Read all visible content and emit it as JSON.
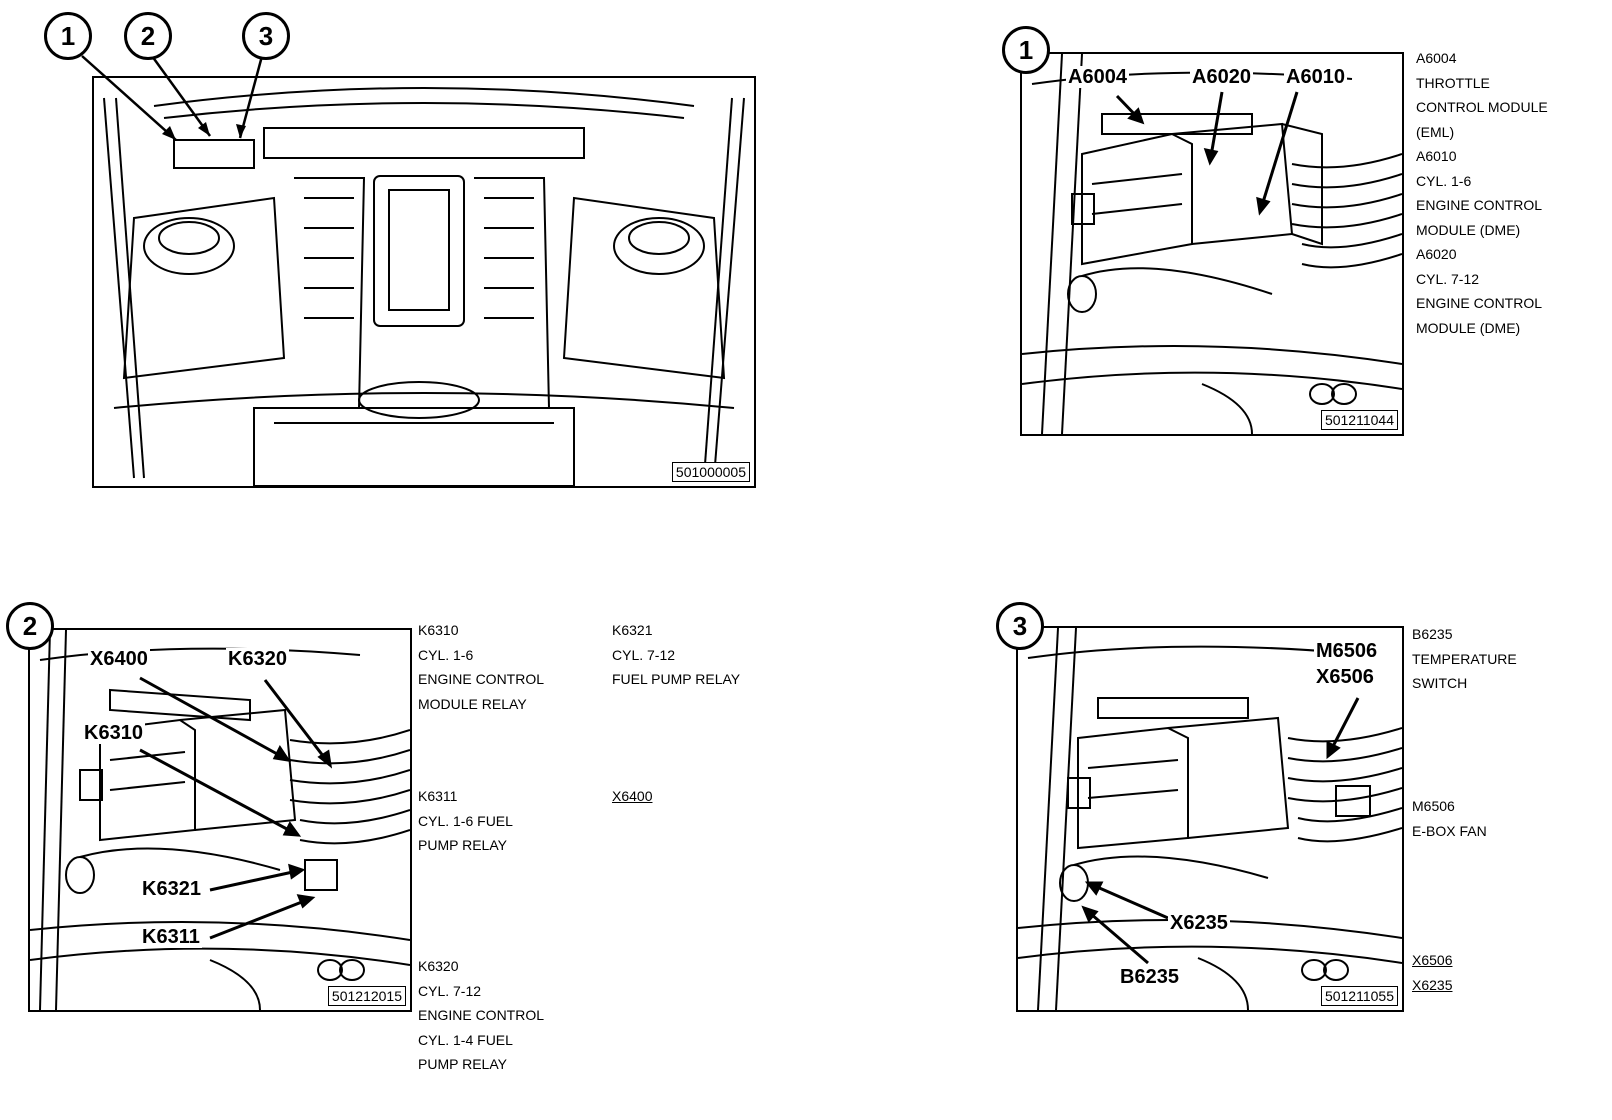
{
  "figures": [
    {
      "number": "1",
      "fig_id": "501000005"
    },
    {
      "number": "1",
      "fig_id": "501211044",
      "callouts": [
        "A6004",
        "A6020",
        "A6010"
      ],
      "legend": [
        [
          "A6004",
          "THROTTLE",
          "CONTROL MODULE",
          "(EML)"
        ],
        [
          "A6010",
          "CYL. 1-6",
          "ENGINE CONTROL",
          "MODULE (DME)"
        ],
        [
          "A6020",
          "CYL. 7-12",
          "ENGINE CONTROL",
          "MODULE (DME)"
        ]
      ]
    },
    {
      "number": "2",
      "fig_id": "501212015",
      "callouts": [
        "X6400",
        "K6320",
        "K6310",
        "K6321",
        "K6311"
      ],
      "legend_col1": [
        [
          "K6310",
          "CYL. 1-6",
          "ENGINE CONTROL",
          "MODULE RELAY"
        ],
        [
          "K6311",
          "CYL. 1-6 FUEL",
          "PUMP RELAY"
        ],
        [
          "K6320",
          "CYL. 7-12",
          "ENGINE CONTROL",
          "CYL. 1-4 FUEL",
          "PUMP RELAY"
        ]
      ],
      "legend_col2": [
        [
          "K6321",
          "CYL. 7-12",
          "FUEL PUMP RELAY"
        ],
        [
          "X6400"
        ]
      ]
    },
    {
      "number": "3",
      "fig_id": "501211055",
      "callouts": [
        "M6506",
        "X6506",
        "X6235",
        "B6235"
      ],
      "legend": [
        [
          "B6235",
          "TEMPERATURE",
          "SWITCH"
        ],
        [
          "M6506",
          "E-BOX FAN"
        ],
        [
          "X6506"
        ],
        [
          "X6235"
        ]
      ]
    }
  ],
  "overview_labels": [
    "1",
    "2",
    "3"
  ]
}
